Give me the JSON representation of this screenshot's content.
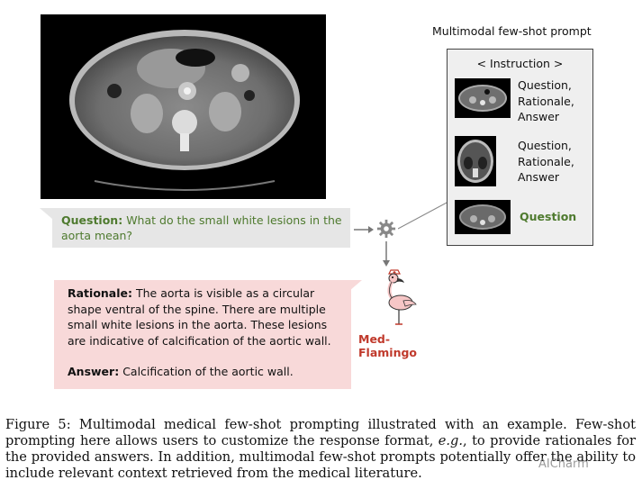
{
  "figure": {
    "question": {
      "label": "Question:",
      "text": "What do the small white lesions in the aorta mean?"
    },
    "answer_box": {
      "rationale_label": "Rationale:",
      "rationale_text": "The aorta is visible as a circular shape ventral of the spine. There are multiple small white lesions in the aorta. These lesions are indicative of calcification of the aortic wall.",
      "answer_label": "Answer:",
      "answer_text": "Calcification of the aortic wall."
    },
    "panel": {
      "title": "Multimodal few-shot prompt",
      "instruction": "< Instruction >",
      "examples": [
        {
          "line1": "Question,",
          "line2": "Rationale,",
          "line3": "Answer"
        },
        {
          "line1": "Question,",
          "line2": "Rationale,",
          "line3": "Answer"
        }
      ],
      "query_label": "Question"
    },
    "model_name": "Med-Flamingo"
  },
  "caption": {
    "part1": "Figure 5: Multimodal medical few-shot prompting illustrated with an example. Few-shot prompting here allows users to customize the response format, ",
    "eg": "e.g.",
    "part2": ", to provide rationales for the provided answers. In addition, multimodal few-shot prompts potentially offer the ability to include relevant context retrieved from the medical literature."
  },
  "watermark": "AICharm",
  "colors": {
    "question_green": "#4e7a2e",
    "answer_pink": "#f8d9d9",
    "bubble_gray": "#e6e6e6",
    "model_red": "#c0392b"
  },
  "icons": [
    "gear-icon",
    "flamingo-icon",
    "arrow-right-icon",
    "arrow-down-icon"
  ]
}
